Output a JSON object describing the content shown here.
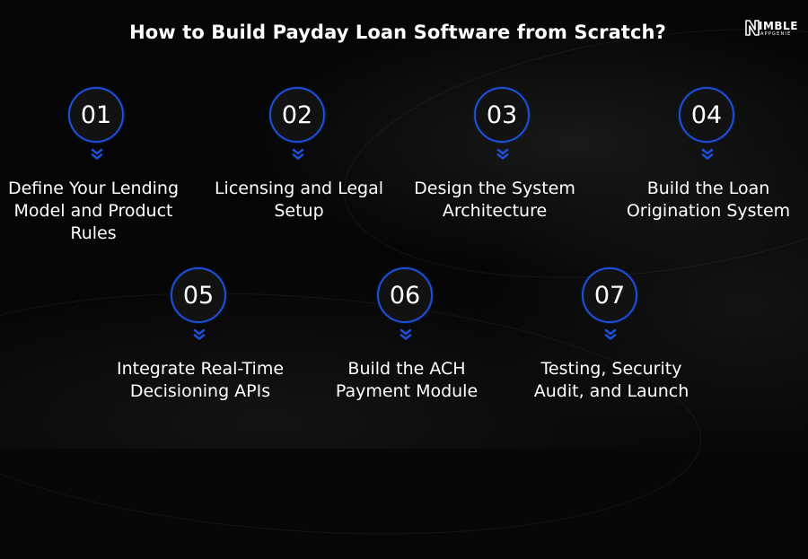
{
  "title": "How to Build Payday Loan Software from Scratch?",
  "logo": {
    "name": "IMBLE",
    "sub": "APPGENIE"
  },
  "colors": {
    "accent": "#1d4fd8",
    "background": "#070707",
    "text": "#ffffff"
  },
  "steps": [
    {
      "number": "01",
      "label": "Define Your Lending Model and Product Rules"
    },
    {
      "number": "02",
      "label": "Licensing and Legal Setup"
    },
    {
      "number": "03",
      "label": "Design the System Architecture"
    },
    {
      "number": "04",
      "label": "Build the Loan Origination System"
    },
    {
      "number": "05",
      "label": "Integrate Real-Time Decisioning APIs"
    },
    {
      "number": "06",
      "label": "Build the ACH Payment Module"
    },
    {
      "number": "07",
      "label": "Testing, Security Audit, and Launch"
    }
  ]
}
